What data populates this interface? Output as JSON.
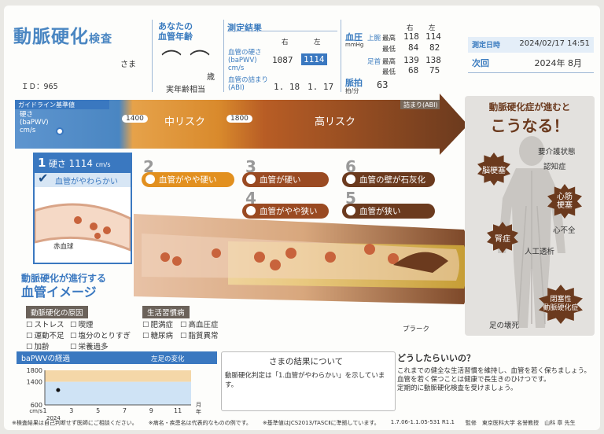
{
  "header": {
    "title_main": "動脈硬化",
    "title_sub": "検査",
    "honorific": "さま",
    "id_label": "ＩＤ：",
    "id_value": "965"
  },
  "vascular_age": {
    "label_line1": "あなたの",
    "label_line2": "血管年齢",
    "age_unit": "歳",
    "actual_age_label": "実年齢相当"
  },
  "results": {
    "title": "測定結果",
    "col_right": "右",
    "col_left": "左",
    "bapwv_label1": "血管の硬さ",
    "bapwv_label2": "(baPWV)",
    "bapwv_unit": "cm/s",
    "bapwv_right": "1087",
    "bapwv_left": "1114",
    "abi_label1": "血管の詰まり",
    "abi_label2": "(ABI)",
    "abi_right": "1. 18",
    "abi_left": "1. 17"
  },
  "bp": {
    "label": "血圧",
    "unit": "mmHg",
    "col_right": "右",
    "col_left": "左",
    "upper_label": "上腕",
    "ankle_label": "足首",
    "max_label": "最高",
    "min_label": "最低",
    "upper_max_r": "118",
    "upper_max_l": "114",
    "upper_min_r": "84",
    "upper_min_l": "82",
    "ankle_max_r": "139",
    "ankle_max_l": "138",
    "ankle_min_r": "68",
    "ankle_min_l": "75",
    "pulse_label": "脈拍",
    "pulse_unit": "拍/分",
    "pulse_value": "63"
  },
  "dates": {
    "measured_label": "測定日時",
    "measured_value": "2024/02/17  14:51",
    "next_label": "次回",
    "next_value": "2024年  8月"
  },
  "risk": {
    "guideline_label": "ガイドライン基準値",
    "blockage_label": "詰まり(ABI)",
    "hardness_label1": "硬さ",
    "hardness_label2": "(baPWV)",
    "hardness_label3": "cm/s",
    "mid_threshold": "1400",
    "mid_label": "中リスク",
    "high_threshold": "1800",
    "high_label": "高リスク"
  },
  "stages": {
    "s1_num": "1",
    "s1_label": "硬さ",
    "s1_value": "1114",
    "s1_unit": "cm/s",
    "s1_text": "血管がやわらかい",
    "s2_num": "2",
    "s2_text": "血管がやや硬い",
    "s3_num": "3",
    "s3_text": "血管が硬い",
    "s4_num": "4",
    "s4_text": "血管がやや狭い",
    "s5_num": "5",
    "s5_text": "血管が狭い",
    "s6_num": "6",
    "s6_text": "血管の壁が石灰化",
    "rbc_label": "赤血球",
    "plaque_label": "プラーク"
  },
  "image_caption": {
    "line1": "動脈硬化が進行する",
    "line2": "血管イメージ"
  },
  "body_panel": {
    "title1": "動脈硬化症が進むと",
    "title2": "こうなる！",
    "stroke": "脳梗塞",
    "care": "要介護状態",
    "dementia": "認知症",
    "mi1": "心筋",
    "mi2": "梗塞",
    "hf": "心不全",
    "kidney": "腎症",
    "dialysis": "人工透析",
    "pad1": "閉塞性",
    "pad2": "動脈硬化症",
    "foot": "足の壊死"
  },
  "causes": {
    "title": "動脈硬化の原因",
    "items": [
      "ストレス",
      "運動不足",
      "加齢",
      "喫煙",
      "塩分のとりすぎ",
      "栄養過多"
    ]
  },
  "lifestyle": {
    "title": "生活習慣病",
    "items": [
      "肥満症",
      "糖尿病",
      "高血圧症",
      "脂質異常"
    ]
  },
  "trend": {
    "title": "baPWVの経過",
    "legend": "左足の変化",
    "y_unit": "cm/s",
    "x_year": "2024",
    "x_unit": "月",
    "x_unit2": "年"
  },
  "chart_data": {
    "type": "scatter",
    "title": "baPWVの経過",
    "y_ticks": [
      1800,
      1400,
      600
    ],
    "x_ticks": [
      "1",
      "3",
      "5",
      "7",
      "9",
      "11"
    ],
    "ylim": [
      600,
      1800
    ],
    "xlim": [
      1,
      12
    ],
    "points": [
      {
        "x": 2,
        "y": 1114
      }
    ]
  },
  "result_box": {
    "title": "さまの結果について",
    "text": "動脈硬化判定は「1.血管がやわらかい」を示しています。"
  },
  "advice": {
    "title": "どうしたらいいの？",
    "line1": "これまでの健全な生活習慣を維持し、血管を若く保ちましょう。",
    "line2": "血管を若く保つことは健康で長生きのひけつです。",
    "line3": "定期的に動脈硬化検査を受けましょう。"
  },
  "footer": {
    "note1": "※検査結果は自己判断せず医師にご相談ください。",
    "note2": "※病名・疾患名は代表的なものの例です。",
    "note3": "※基準値はJCS2013/TASCⅡに準拠しています。",
    "version": "1.7.06-1.1.05-531 R1.1",
    "supervisor": "監修　東京医科大学 名誉教授　山科 章 先生"
  },
  "colors": {
    "brand_blue": "#3a7bbf",
    "orange": "#e2901f",
    "dark_brown": "#6b3a1e",
    "mid_risk": "#d98a2c",
    "high_risk": "#8a3f1f"
  }
}
